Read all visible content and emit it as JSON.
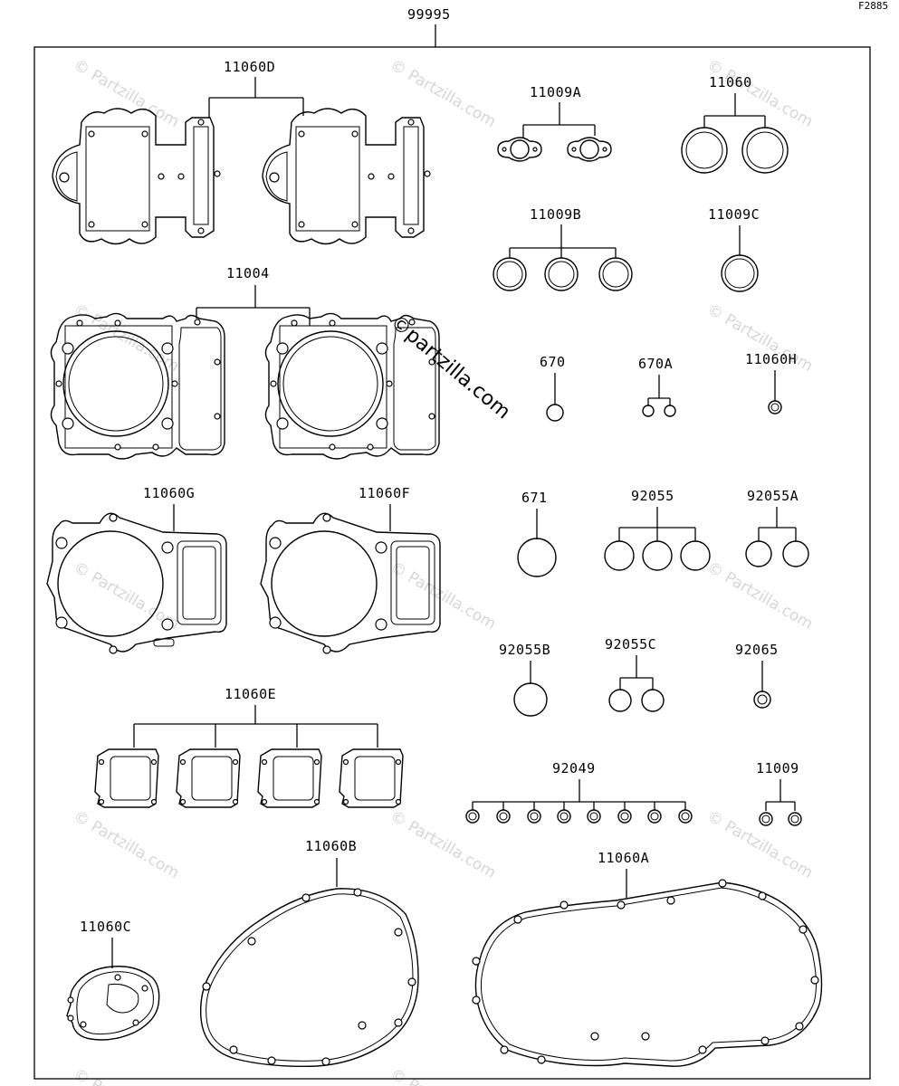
{
  "figure_code": "F2885",
  "kit_part_number": "99995",
  "watermark_text": "© Partzilla.com",
  "watermark_inline_text": "©partzilla.com",
  "parts": {
    "p11060D": "11060D",
    "p11009A": "11009A",
    "p11060": "11060",
    "p11009B": "11009B",
    "p11009C": "11009C",
    "p11004": "11004",
    "p670": "670",
    "p670A": "670A",
    "p11060H": "11060H",
    "p11060G": "11060G",
    "p11060F": "11060F",
    "p671": "671",
    "p92055": "92055",
    "p92055A": "92055A",
    "p92055B": "92055B",
    "p92055C": "92055C",
    "p92065": "92065",
    "p11060E": "11060E",
    "p92049": "92049",
    "p11009": "11009",
    "p11060B": "11060B",
    "p11060A": "11060A",
    "p11060C": "11060C"
  }
}
